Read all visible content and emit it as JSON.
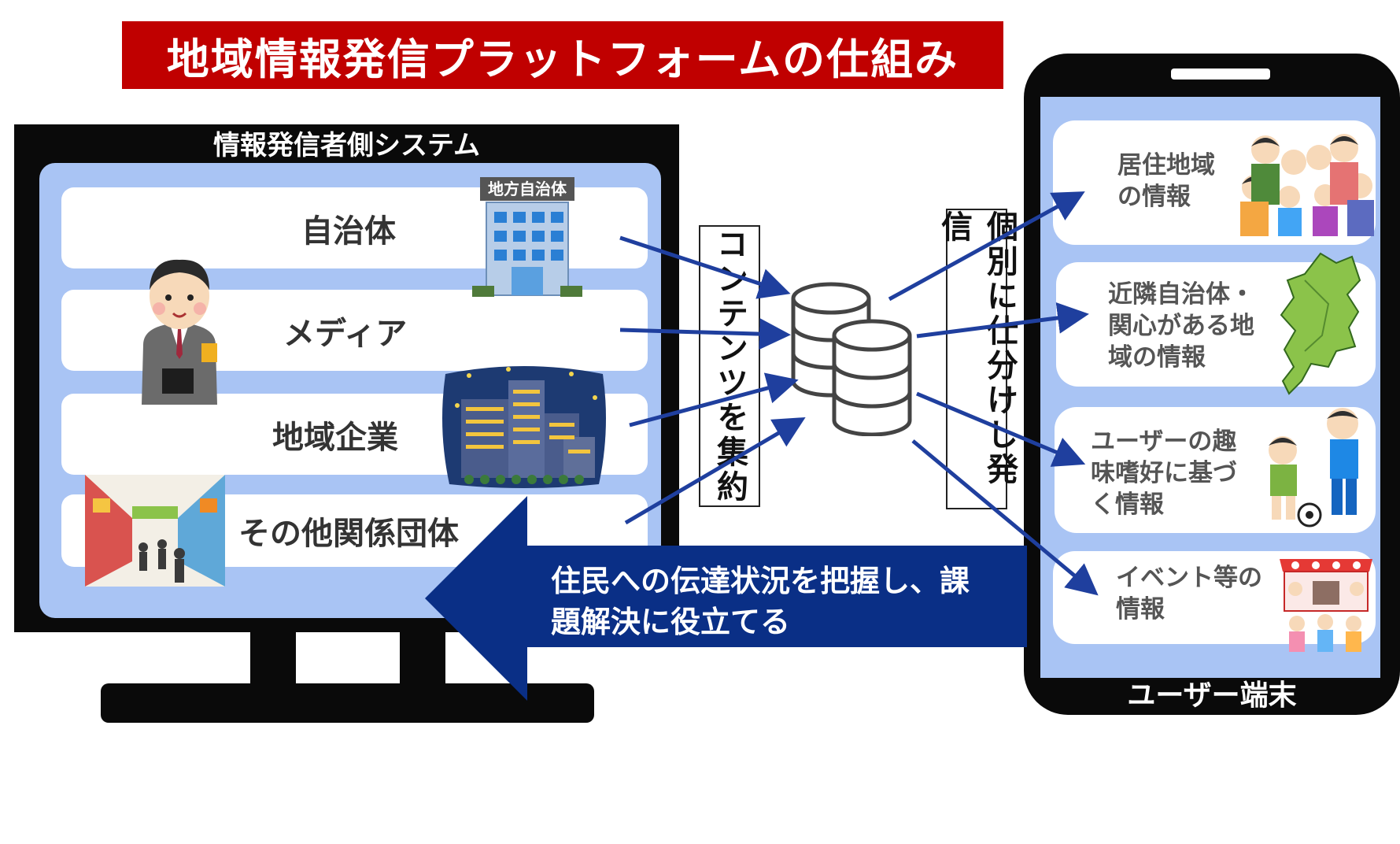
{
  "title": "地域情報発信プラットフォームの仕組み",
  "sender_system": {
    "label": "情報発信者側システム",
    "rows": [
      "自治体",
      "メディア",
      "地域企業",
      "その他関係団体"
    ],
    "building_sign": "地方自治体"
  },
  "aggregate_label": "コンテンツを集約",
  "distribute_label": "個別に仕分けし発信",
  "feedback_text": "住民への伝達状況を把握し、課\n題解決に役立てる",
  "user_device": {
    "label": "ユーザー端末",
    "cards": [
      "居住地域\nの情報",
      "近隣自治体・\n関心がある地\n域の情報",
      "ユーザーの趣\n味嗜好に基づ\nく情報",
      "イベント等の\n情報"
    ]
  },
  "icons": [
    "person-with-notebook-icon",
    "building-icon",
    "night-city-icon",
    "shopping-street-icon",
    "database-icon",
    "family-icon",
    "map-icon",
    "kids-soccer-icon",
    "festival-icon"
  ],
  "colors": {
    "title_bg": "#c00000",
    "arrow": "#1f3f9e",
    "screen": "#a9c4f4",
    "big_arrow": "#0a2f86"
  }
}
